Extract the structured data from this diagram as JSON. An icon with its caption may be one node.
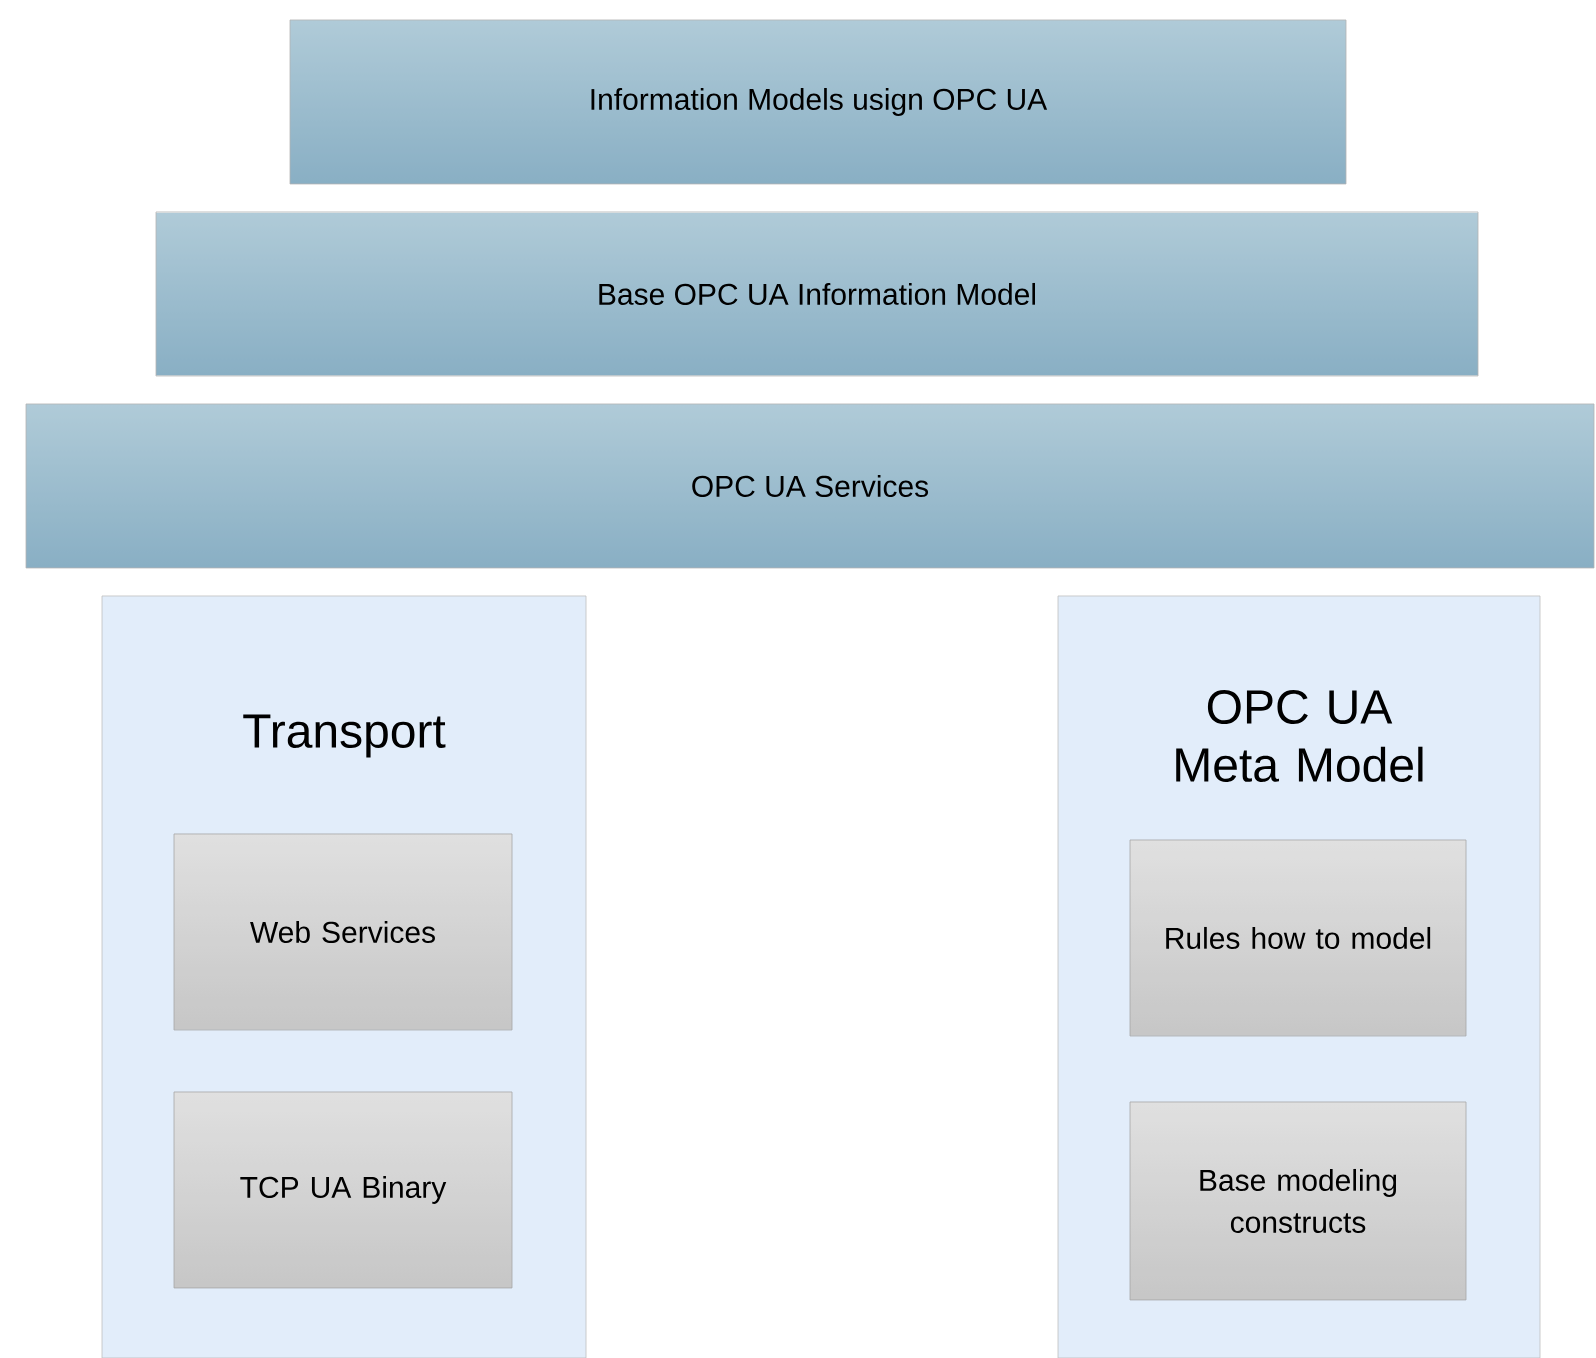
{
  "diagram": {
    "nodes": [
      {
        "text": [
          "Information Models usign OPC UA"
        ]
      },
      {
        "text": [
          "Base OPC UA Information Model"
        ]
      },
      {
        "text": [
          "OPC UA Services"
        ]
      },
      {
        "text": [
          "Transport"
        ]
      },
      {
        "text": [
          "Web Services"
        ],
        "in": 3
      },
      {
        "text": [
          "TCP UA Binary"
        ],
        "in": 3
      },
      {
        "text": [
          "OPC UA Meta Model"
        ]
      },
      {
        "text": [
          "Rules how to model"
        ],
        "in": 6
      },
      {
        "text": [
          "Base modeling constructs"
        ],
        "in": 6
      }
    ]
  }
}
